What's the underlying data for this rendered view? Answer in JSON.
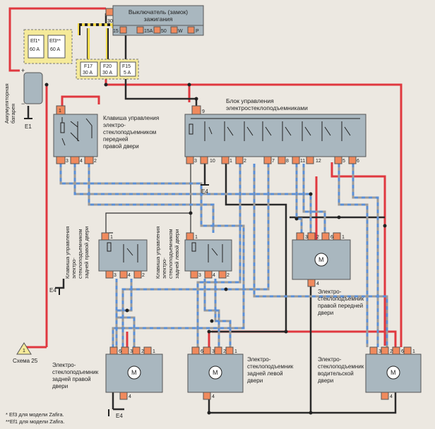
{
  "ignition_switch": {
    "title_line1": "Выключатель (замок)",
    "title_line2": "зажигания",
    "pins": [
      "30",
      "15",
      "15A",
      "50",
      "W",
      "P"
    ]
  },
  "fuses": {
    "ef1": {
      "name": "Ef1*",
      "rating": "60 A"
    },
    "ef3": {
      "name": "Ef3**",
      "rating": "60 A"
    },
    "f17": {
      "name": "F17",
      "rating": "30 A"
    },
    "f20": {
      "name": "F20",
      "rating": "30 A"
    },
    "f15": {
      "name": "F15",
      "rating": "5 A"
    }
  },
  "battery": {
    "label_line1": "Аккумуляторная",
    "label_line2": "батарея",
    "plus": "+",
    "minus": "−"
  },
  "grounds": {
    "e1": "E1",
    "e4_a": "E4",
    "e4_b": "E4",
    "e4_c": "E4"
  },
  "front_right_key": {
    "lines": [
      "Клавиша управления",
      "электро-",
      "стеклоподъемником",
      "передней",
      "правой двери"
    ],
    "pins": [
      "1",
      "3",
      "4",
      "2"
    ]
  },
  "control_unit": {
    "lines": [
      "Блок управления",
      "электростеклоподъемниками"
    ],
    "pins_top": [
      "9"
    ],
    "pins_bottom": [
      "3",
      "10",
      "1",
      "2",
      "7",
      "8",
      "11",
      "12",
      "5",
      "6"
    ]
  },
  "rear_right_key": {
    "lines": [
      "Клавиша управления",
      "электро-",
      "стеклоподъемником",
      "задней правой двери"
    ],
    "pins": [
      "1",
      "3",
      "4",
      "2"
    ]
  },
  "rear_left_key": {
    "lines": [
      "Клавиша управления",
      "электро-",
      "стеклоподъемником",
      "задней левой двери"
    ],
    "pins": [
      "1",
      "3",
      "4",
      "2"
    ]
  },
  "front_right_motor": {
    "lines": [
      "Электро-",
      "стеклоподъемник",
      "правой передней",
      "двери"
    ],
    "pins_top": [
      "3",
      "2",
      "6",
      "1"
    ],
    "pins_bottom": [
      "4"
    ]
  },
  "rear_right_motor": {
    "lines": [
      "Электро-",
      "стеклоподъемник",
      "задней правой",
      "двери"
    ],
    "pins_top": [
      "6",
      "3",
      "2",
      "1"
    ],
    "pins_bottom": [
      "4"
    ]
  },
  "rear_left_motor": {
    "lines": [
      "Электро-",
      "стеклоподъемник",
      "задней левой",
      "двери"
    ],
    "pins_top": [
      "6",
      "3",
      "2",
      "1"
    ],
    "pins_bottom": [
      "4"
    ]
  },
  "driver_motor": {
    "lines": [
      "Электро-",
      "стеклоподъемник",
      "водительской",
      "двери"
    ],
    "pins_top": [
      "3",
      "2",
      "6",
      "1"
    ],
    "pins_bottom": [
      "4"
    ]
  },
  "motor_symbol": "M",
  "schema_ref": {
    "mark": "1",
    "label": "Схема 25"
  },
  "footnotes": [
    "* Ef3 для модели Zafira.",
    "**Ef1 для модели Zafira."
  ],
  "colors": {
    "red_wire": "#e0383f",
    "black_wire": "#2a2a2a",
    "blue_wire": "#5b8fd6",
    "gray_wire": "#9a9a9a",
    "component_fill": "#a9b7bf",
    "connector": "#f08a5d",
    "fuse_fill": "#f5ea9a"
  }
}
